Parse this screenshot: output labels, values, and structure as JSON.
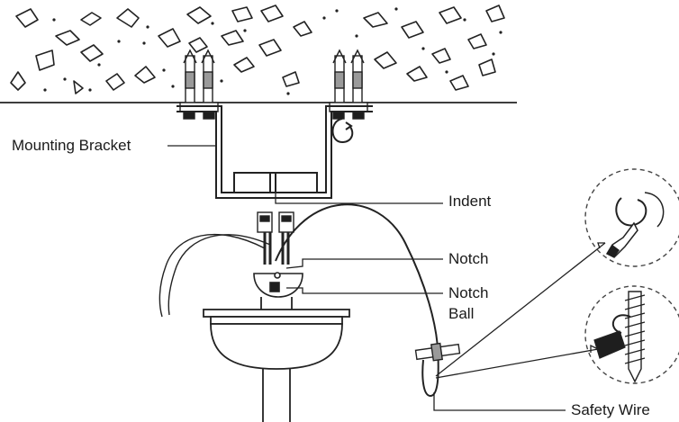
{
  "labels": {
    "mounting_bracket": "Mounting Bracket",
    "indent": "Indent",
    "notch": "Notch",
    "notch_ball_1": "Notch",
    "notch_ball_2": "Ball",
    "safety_wire": "Safety Wire"
  },
  "colors": {
    "line": "#222222",
    "dark_fill": "#1e1e1e",
    "gray_fill": "#9a9a9a",
    "light_fill": "#e8e8e8"
  }
}
